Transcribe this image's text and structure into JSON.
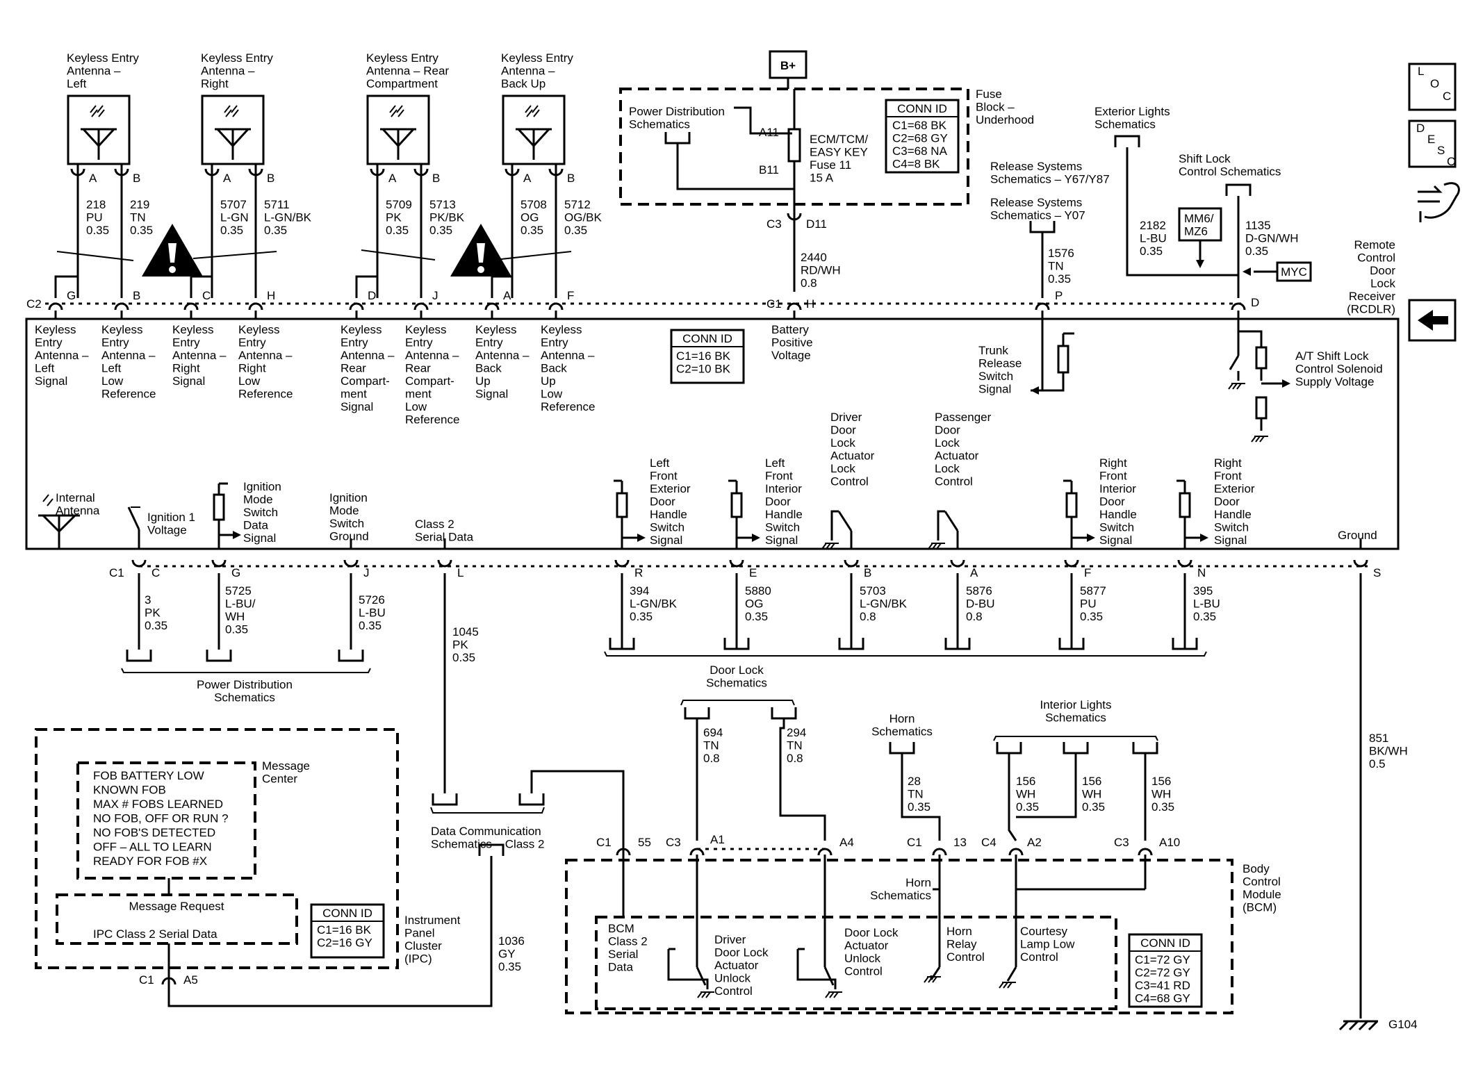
{
  "antennas": [
    {
      "title": [
        "Keyless Entry",
        "Antenna –",
        "Left"
      ],
      "pins": [
        "A",
        "B"
      ],
      "wires": [
        [
          "218",
          "PU",
          "0.35"
        ],
        [
          "219",
          "TN",
          "0.35"
        ]
      ],
      "conn": "C2",
      "cpins": [
        "G",
        "B"
      ],
      "sig": [
        [
          "Keyless",
          "Entry",
          "Antenna –",
          "Left",
          "Signal"
        ],
        [
          "Keyless",
          "Entry",
          "Antenna –",
          "Left",
          "Low",
          "Reference"
        ]
      ]
    },
    {
      "title": [
        "Keyless Entry",
        "Antenna –",
        "Right"
      ],
      "pins": [
        "A",
        "B"
      ],
      "wires": [
        [
          "5707",
          "L-GN",
          "0.35"
        ],
        [
          "5711",
          "L-GN/BK",
          "0.35"
        ]
      ],
      "conn": "",
      "cpins": [
        "C",
        "H"
      ],
      "sig": [
        [
          "Keyless",
          "Entry",
          "Antenna –",
          "Right",
          "Signal"
        ],
        [
          "Keyless",
          "Entry",
          "Antenna –",
          "Right",
          "Low",
          "Reference"
        ]
      ]
    },
    {
      "title": [
        "Keyless Entry",
        "Antenna – Rear",
        "Compartment"
      ],
      "pins": [
        "A",
        "B"
      ],
      "wires": [
        [
          "5709",
          "PK",
          "0.35"
        ],
        [
          "5713",
          "PK/BK",
          "0.35"
        ]
      ],
      "conn": "",
      "cpins": [
        "D",
        "J"
      ],
      "sig": [
        [
          "Keyless",
          "Entry",
          "Antenna –",
          "Rear",
          "Compart-",
          "ment",
          "Signal"
        ],
        [
          "Keyless",
          "Entry",
          "Antenna –",
          "Rear",
          "Compart-",
          "ment",
          "Low",
          "Reference"
        ]
      ]
    },
    {
      "title": [
        "Keyless Entry",
        "Antenna –",
        "Back Up"
      ],
      "pins": [
        "A",
        "B"
      ],
      "wires": [
        [
          "5708",
          "OG",
          "0.35"
        ],
        [
          "5712",
          "OG/BK",
          "0.35"
        ]
      ],
      "conn": "",
      "cpins": [
        "A",
        "F"
      ],
      "sig": [
        [
          "Keyless",
          "Entry",
          "Antenna –",
          "Back",
          "Up",
          "Signal"
        ],
        [
          "Keyless",
          "Entry",
          "Antenna –",
          "Back",
          "Up",
          "Low",
          "Reference"
        ]
      ]
    }
  ],
  "fuse": {
    "supply": "B+",
    "pds": [
      "Power Distribution",
      "Schematics"
    ],
    "pins": [
      "A11",
      "B11"
    ],
    "fuse_label": [
      "ECM/TCM/",
      "EASY KEY",
      "Fuse 11",
      "15 A"
    ],
    "conn_title": "CONN ID",
    "conn": [
      "C1=68 BK",
      "C2=68 GY",
      "C3=68 NA",
      "C4=8 BK"
    ],
    "block": [
      "Fuse",
      "Block –",
      "Underhood"
    ],
    "out": [
      "C3",
      "D11"
    ],
    "wire": [
      "2440",
      "RD/WH",
      "0.8"
    ],
    "rcdlr_pin": [
      "C1",
      "H"
    ],
    "sig": [
      "Battery",
      "Positive",
      "Voltage"
    ]
  },
  "rcdlr": {
    "conn_title": "CONN ID",
    "conn": [
      "C1=16 BK",
      "C2=10 BK"
    ],
    "name": [
      "Remote",
      "Control",
      "Door",
      "Lock",
      "Receiver",
      "(RCDLR)"
    ]
  },
  "release": {
    "y67": [
      "Release Systems",
      "Schematics – Y67/Y87"
    ],
    "y07": [
      "Release Systems",
      "Schematics – Y07"
    ],
    "wire": [
      "1576",
      "TN",
      "0.35"
    ],
    "pin": "P",
    "sig": [
      "Trunk",
      "Release",
      "Switch",
      "Signal"
    ]
  },
  "shift": {
    "ext": [
      "Exterior Lights",
      "Schematics"
    ],
    "ctrl": [
      "Shift Lock",
      "Control Schematics"
    ],
    "wire1": [
      "2182",
      "L-BU",
      "0.35"
    ],
    "opt": [
      "MM6/",
      "MZ6"
    ],
    "wire2": [
      "1135",
      "D-GN/WH",
      "0.35"
    ],
    "opt2": "MYC",
    "pin": "D",
    "sig": [
      "A/T Shift Lock",
      "Control Solenoid",
      "Supply Voltage"
    ]
  },
  "bottom_signals": {
    "internal": [
      "Internal",
      "Antenna"
    ],
    "ign1": [
      "Ignition 1",
      "Voltage"
    ],
    "ims_data": [
      "Ignition",
      "Mode",
      "Switch",
      "Data",
      "Signal"
    ],
    "ims_gnd": [
      "Ignition",
      "Mode",
      "Switch",
      "Ground"
    ],
    "class2": [
      "Class 2",
      "Serial Data"
    ],
    "lf_ext": [
      "Left",
      "Front",
      "Exterior",
      "Door",
      "Handle",
      "Switch",
      "Signal"
    ],
    "lf_int": [
      "Left",
      "Front",
      "Interior",
      "Door",
      "Handle",
      "Switch",
      "Signal"
    ],
    "drv_lock": [
      "Driver",
      "Door",
      "Lock",
      "Actuator",
      "Lock",
      "Control"
    ],
    "pass_lock": [
      "Passenger",
      "Door",
      "Lock",
      "Actuator",
      "Lock",
      "Control"
    ],
    "rf_int": [
      "Right",
      "Front",
      "Interior",
      "Door",
      "Handle",
      "Switch",
      "Signal"
    ],
    "rf_ext": [
      "Right",
      "Front",
      "Exterior",
      "Door",
      "Handle",
      "Switch",
      "Signal"
    ],
    "ground": "Ground"
  },
  "c1": {
    "conn": "C1",
    "pins": [
      "C",
      "G",
      "J",
      "L",
      "R",
      "E",
      "B",
      "A",
      "F",
      "N",
      "S"
    ],
    "wires": [
      [
        "3",
        "PK",
        "0.35"
      ],
      [
        "5725",
        "L-BU/",
        "WH",
        "0.35"
      ],
      [
        "5726",
        "L-BU",
        "0.35"
      ],
      [
        "1045",
        "PK",
        "0.35"
      ],
      [
        "394",
        "L-GN/BK",
        "0.35"
      ],
      [
        "5880",
        "OG",
        "0.35"
      ],
      [
        "5703",
        "L-GN/BK",
        "0.8"
      ],
      [
        "5876",
        "D-BU",
        "0.8"
      ],
      [
        "5877",
        "PU",
        "0.35"
      ],
      [
        "395",
        "L-BU",
        "0.35"
      ],
      [
        "851",
        "BK/WH",
        "0.5"
      ]
    ]
  },
  "pds_bottom": [
    "Power Distribution",
    "Schematics"
  ],
  "ipc": {
    "messages": [
      "FOB BATTERY LOW",
      "KNOWN FOB",
      "MAX # FOBS LEARNED",
      "NO FOB, OFF OR RUN ?",
      "NO FOB'S DETECTED",
      "OFF – ALL TO LEARN",
      "READY FOR FOB #X"
    ],
    "msg_center": [
      "Message",
      "Center"
    ],
    "msg_request": "Message Request",
    "class2": "IPC Class 2 Serial Data",
    "conn_title": "CONN ID",
    "conn": [
      "C1=16 BK",
      "C2=16 GY"
    ],
    "name": [
      "Instrument",
      "Panel",
      "Cluster",
      "(IPC)"
    ],
    "pin": [
      "C1",
      "A5"
    ],
    "wire": [
      "1036",
      "GY",
      "0.35"
    ]
  },
  "datacomm": [
    "Data Communication",
    "Schematics – Class 2"
  ],
  "doorlock": {
    "title": [
      "Door Lock",
      "Schematics"
    ],
    "w1": [
      "694",
      "TN",
      "0.8"
    ],
    "w2": [
      "294",
      "TN",
      "0.8"
    ]
  },
  "horn": {
    "title": [
      "Horn",
      "Schematics"
    ],
    "wire": [
      "28",
      "TN",
      "0.35"
    ],
    "pin": [
      "C1",
      "13"
    ],
    "inner": [
      "Horn",
      "Schematics"
    ],
    "sig": [
      "Horn",
      "Relay",
      "Control"
    ]
  },
  "interior": {
    "title": [
      "Interior Lights",
      "Schematics"
    ],
    "wires": [
      [
        "156",
        "WH",
        "0.35"
      ],
      [
        "156",
        "WH",
        "0.35"
      ],
      [
        "156",
        "WH",
        "0.35"
      ]
    ],
    "pins": [
      [
        "C4",
        "A2"
      ],
      [
        "C3",
        "A10"
      ]
    ],
    "sig": [
      "Courtesy",
      "Lamp Low",
      "Control"
    ]
  },
  "bcm": {
    "pins": [
      [
        "C1",
        "55"
      ],
      [
        "C3",
        "A1"
      ],
      [
        "A4"
      ]
    ],
    "sig_class2": [
      "BCM",
      "Class 2",
      "Serial",
      "Data"
    ],
    "sig_drv": [
      "Driver",
      "Door Lock",
      "Actuator",
      "Unlock",
      "Control"
    ],
    "sig_dla": [
      "Door Lock",
      "Actuator",
      "Unlock",
      "Control"
    ],
    "conn_title": "CONN ID",
    "conn": [
      "C1=72 GY",
      "C2=72 GY",
      "C3=41 RD",
      "C4=68 GY"
    ],
    "name": [
      "Body",
      "Control",
      "Module",
      "(BCM)"
    ]
  },
  "ground_id": "G104",
  "nav": {
    "loc": [
      "L",
      "O",
      "C"
    ],
    "desc": [
      "D",
      "E",
      "S",
      "C"
    ]
  }
}
